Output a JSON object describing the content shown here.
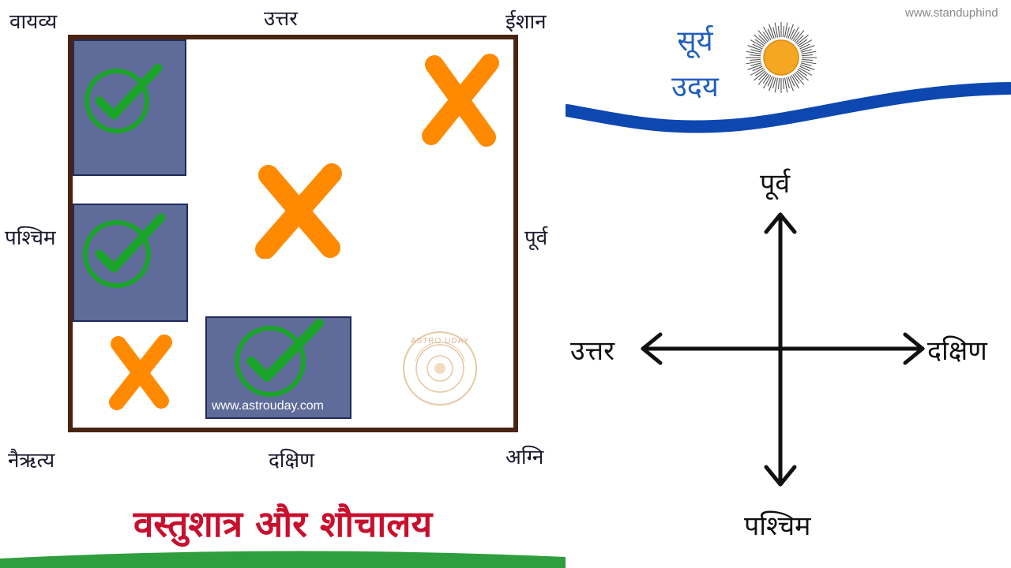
{
  "left_panel": {
    "directions": {
      "northwest": "वायव्य",
      "north": "उत्तर",
      "northeast": "ईशान",
      "west": "पश्चिम",
      "east": "पूर्व",
      "southwest": "नैऋत्य",
      "south": "दक्षिण",
      "southeast": "अग्नि"
    },
    "watermark_url": "www.astrouday.com",
    "seal_text": "ASTRO UDAY",
    "title": "वस्तुशात्र और शौचालय",
    "zones": [
      {
        "position": "north-west",
        "status": "allowed",
        "icon": "check-icon"
      },
      {
        "position": "west",
        "status": "allowed",
        "icon": "check-icon"
      },
      {
        "position": "south",
        "status": "allowed",
        "icon": "check-icon"
      },
      {
        "position": "north-east",
        "status": "not-allowed",
        "icon": "cross-icon"
      },
      {
        "position": "center",
        "status": "not-allowed",
        "icon": "cross-icon"
      },
      {
        "position": "south-west",
        "status": "not-allowed",
        "icon": "cross-icon"
      }
    ],
    "colors": {
      "house_border": "#4a2412",
      "zone_fill": "#5f6b99",
      "check": "#1aa52a",
      "cross": "#ff8a00",
      "title": "#c8102e",
      "ground": "#2e9e3e"
    }
  },
  "right_panel": {
    "site_url": "www.standuphind",
    "sunrise_line1": "सूर्य",
    "sunrise_line2": "उदय",
    "compass": {
      "top": "पूर्व",
      "left": "उत्तर",
      "right": "दक्षिण",
      "bottom": "पश्चिम"
    },
    "colors": {
      "horizon": "#0d47b0",
      "sun": "#f5a623",
      "sunrise_text": "#1f5fbf",
      "arrows": "#111111"
    }
  }
}
